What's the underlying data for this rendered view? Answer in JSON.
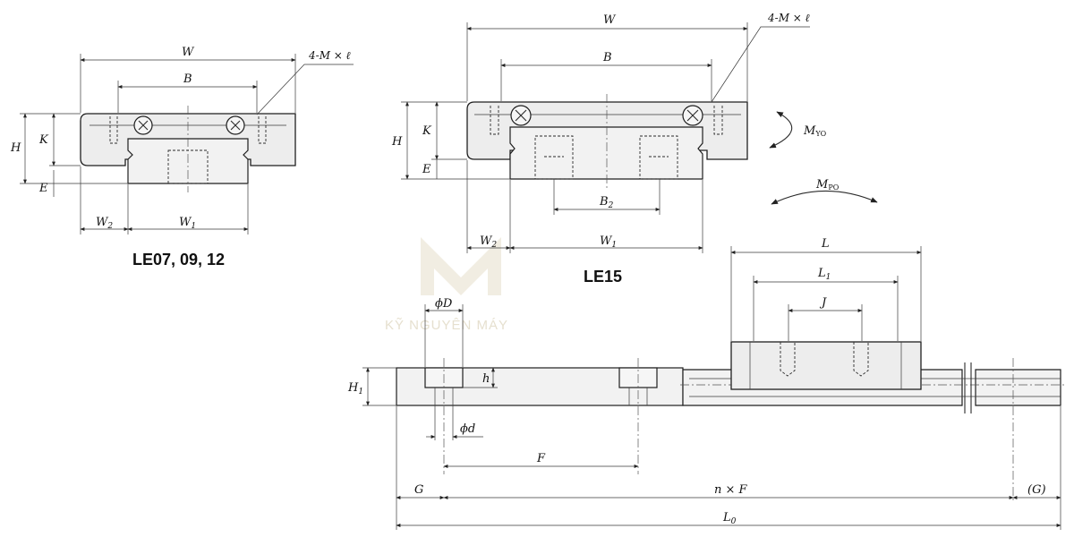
{
  "captions": {
    "small": "LE07, 09, 12",
    "large": "LE15"
  },
  "watermark": "KỸ NGUYÊN MÁY",
  "labels": {
    "W": "W",
    "B": "B",
    "H": "H",
    "K": "K",
    "E": "E",
    "W1": "W",
    "W1_sub": "1",
    "W2": "W",
    "W2_sub": "2",
    "B2": "B",
    "B2_sub": "2",
    "mount": "4-M × ℓ",
    "Myo": "M",
    "Myo_sub": "YO",
    "Mpo": "M",
    "Mpo_sub": "PO",
    "L": "L",
    "L1": "L",
    "L1_sub": "1",
    "J": "J",
    "phiD": "ϕD",
    "phid": "ϕd",
    "h": "h",
    "H1": "H",
    "H1_sub": "1",
    "F": "F",
    "G": "G",
    "nF": "n × F",
    "Gp": "(G)",
    "L0": "L",
    "L0_sub": "0"
  }
}
